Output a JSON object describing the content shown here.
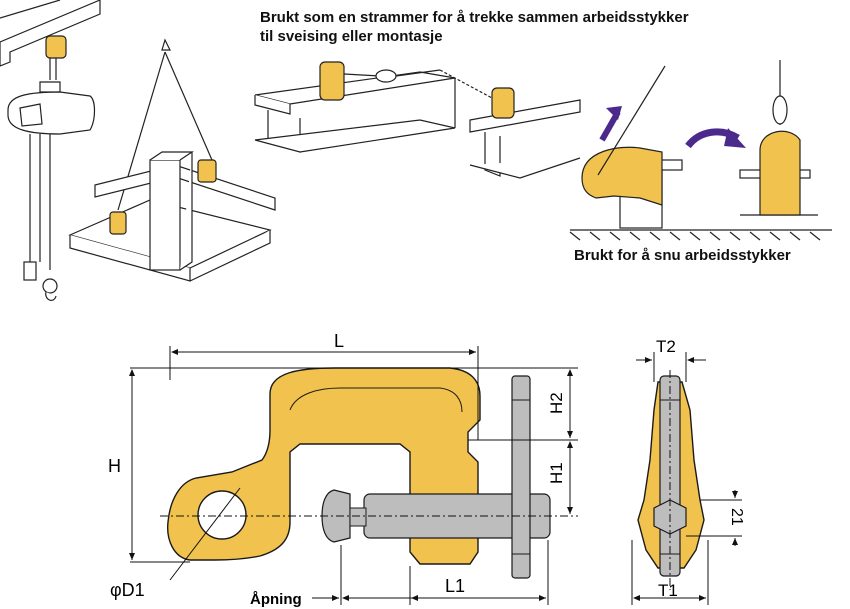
{
  "captions": {
    "tighten_line1": "Brukt som en strammer for å trekke sammen arbeidsstykker",
    "tighten_line2": "til sveising eller montasje",
    "turn": "Brukt for å snu arbeidsstykker"
  },
  "dimensions": {
    "L": "L",
    "H": "H",
    "H1": "H1",
    "H2": "H2",
    "D1": "φD1",
    "opening": "Åpning",
    "L1": "L1",
    "T1": "T1",
    "T2": "T2",
    "side_offset": "21"
  },
  "colors": {
    "clamp_body": "#F2C24E",
    "clamp_outline": "#1a1a1a",
    "screw": "#BDBDBD",
    "arrow": "#4B2A8C"
  }
}
